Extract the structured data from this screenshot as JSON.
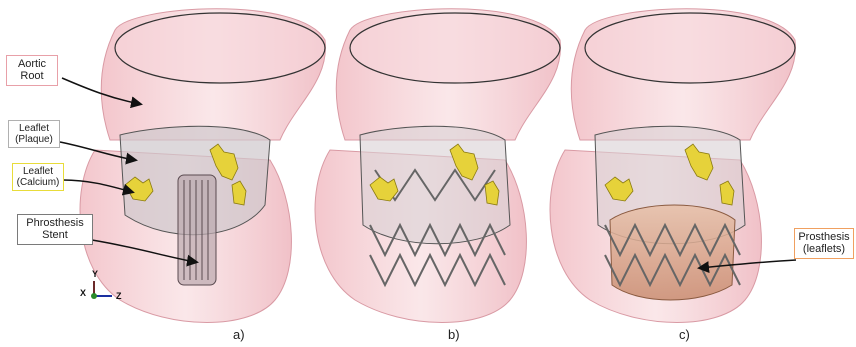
{
  "labels": {
    "aortic_root": [
      "Aortic",
      "Root"
    ],
    "leaflet_plaque": [
      "Leaflet",
      "(Plaque)"
    ],
    "leaflet_calcium": [
      "Leaflet",
      "(Calcium)"
    ],
    "phrosthesis_stent": [
      "Phrosthesis",
      "Stent"
    ],
    "prosthesis_leaflets": [
      "Prosthesis",
      "(leaflets)"
    ]
  },
  "captions": [
    "a)",
    "b)",
    "c)"
  ],
  "axes": {
    "y": "Y",
    "x": "X",
    "z": "Z"
  },
  "colors": {
    "aortic_root_box": "#e8a0a8",
    "leaflet_plaque_box": "#b0b0b0",
    "leaflet_calcium_box": "#e8dc3a",
    "stent_box": "#7a7a7a",
    "prosthesis_box": "#f0a060",
    "tissue": "#f4c6cc",
    "calcium": "#e6d23a",
    "prosthesis_leaflet": "#e0a88a"
  }
}
